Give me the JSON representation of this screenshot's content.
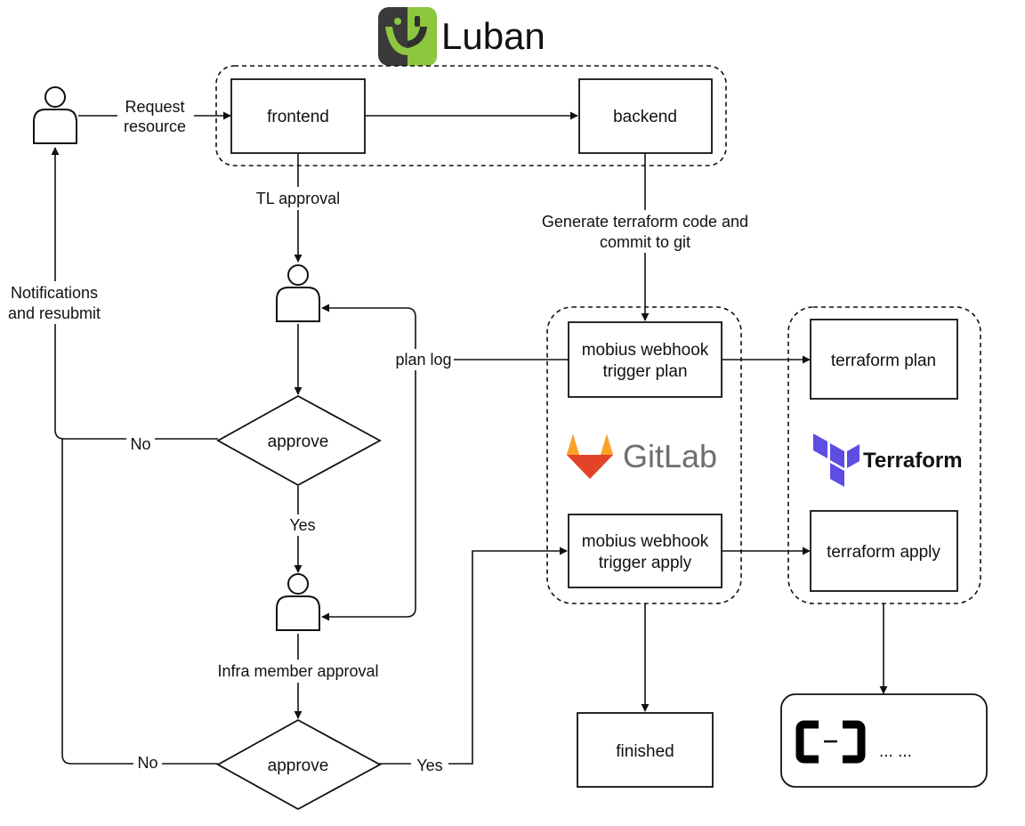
{
  "logo": {
    "text": "Luban",
    "icon": "luban-logo-icon",
    "colors": {
      "green": "#8dc63f",
      "dark": "#333333"
    }
  },
  "nodes": {
    "frontend": "frontend",
    "backend": "backend",
    "mobius_plan": [
      "mobius webhook",
      "trigger plan"
    ],
    "mobius_apply": [
      "mobius webhook",
      "trigger apply"
    ],
    "terraform_plan": "terraform plan",
    "terraform_apply": "terraform apply",
    "finished": "finished",
    "approve_1": "approve",
    "approve_2": "approve",
    "cloud_ellipsis": "... ..."
  },
  "edge_labels": {
    "request_resource": [
      "Request",
      "resource"
    ],
    "tl_approval": "TL approval",
    "generate_code": [
      "Generate terraform code and",
      "commit to git"
    ],
    "notifications": [
      "Notifications",
      "and resubmit"
    ],
    "plan_log": "plan log",
    "no_1": "No",
    "yes_1": "Yes",
    "infra_approval": "Infra member approval",
    "no_2": "No",
    "yes_2": "Yes"
  },
  "brands": {
    "gitlab": {
      "text": "GitLab",
      "icon": "gitlab-icon",
      "colors": {
        "orange": "#e24329",
        "light": "#fca326",
        "mid": "#fc6d26",
        "text": "#6e6e6e"
      }
    },
    "terraform": {
      "text": "Terraform",
      "icon": "terraform-icon",
      "colors": {
        "purple": "#5c4ee5",
        "text": "#000000"
      }
    },
    "alibaba_cloud": {
      "icon": "alibaba-cloud-icon"
    }
  }
}
